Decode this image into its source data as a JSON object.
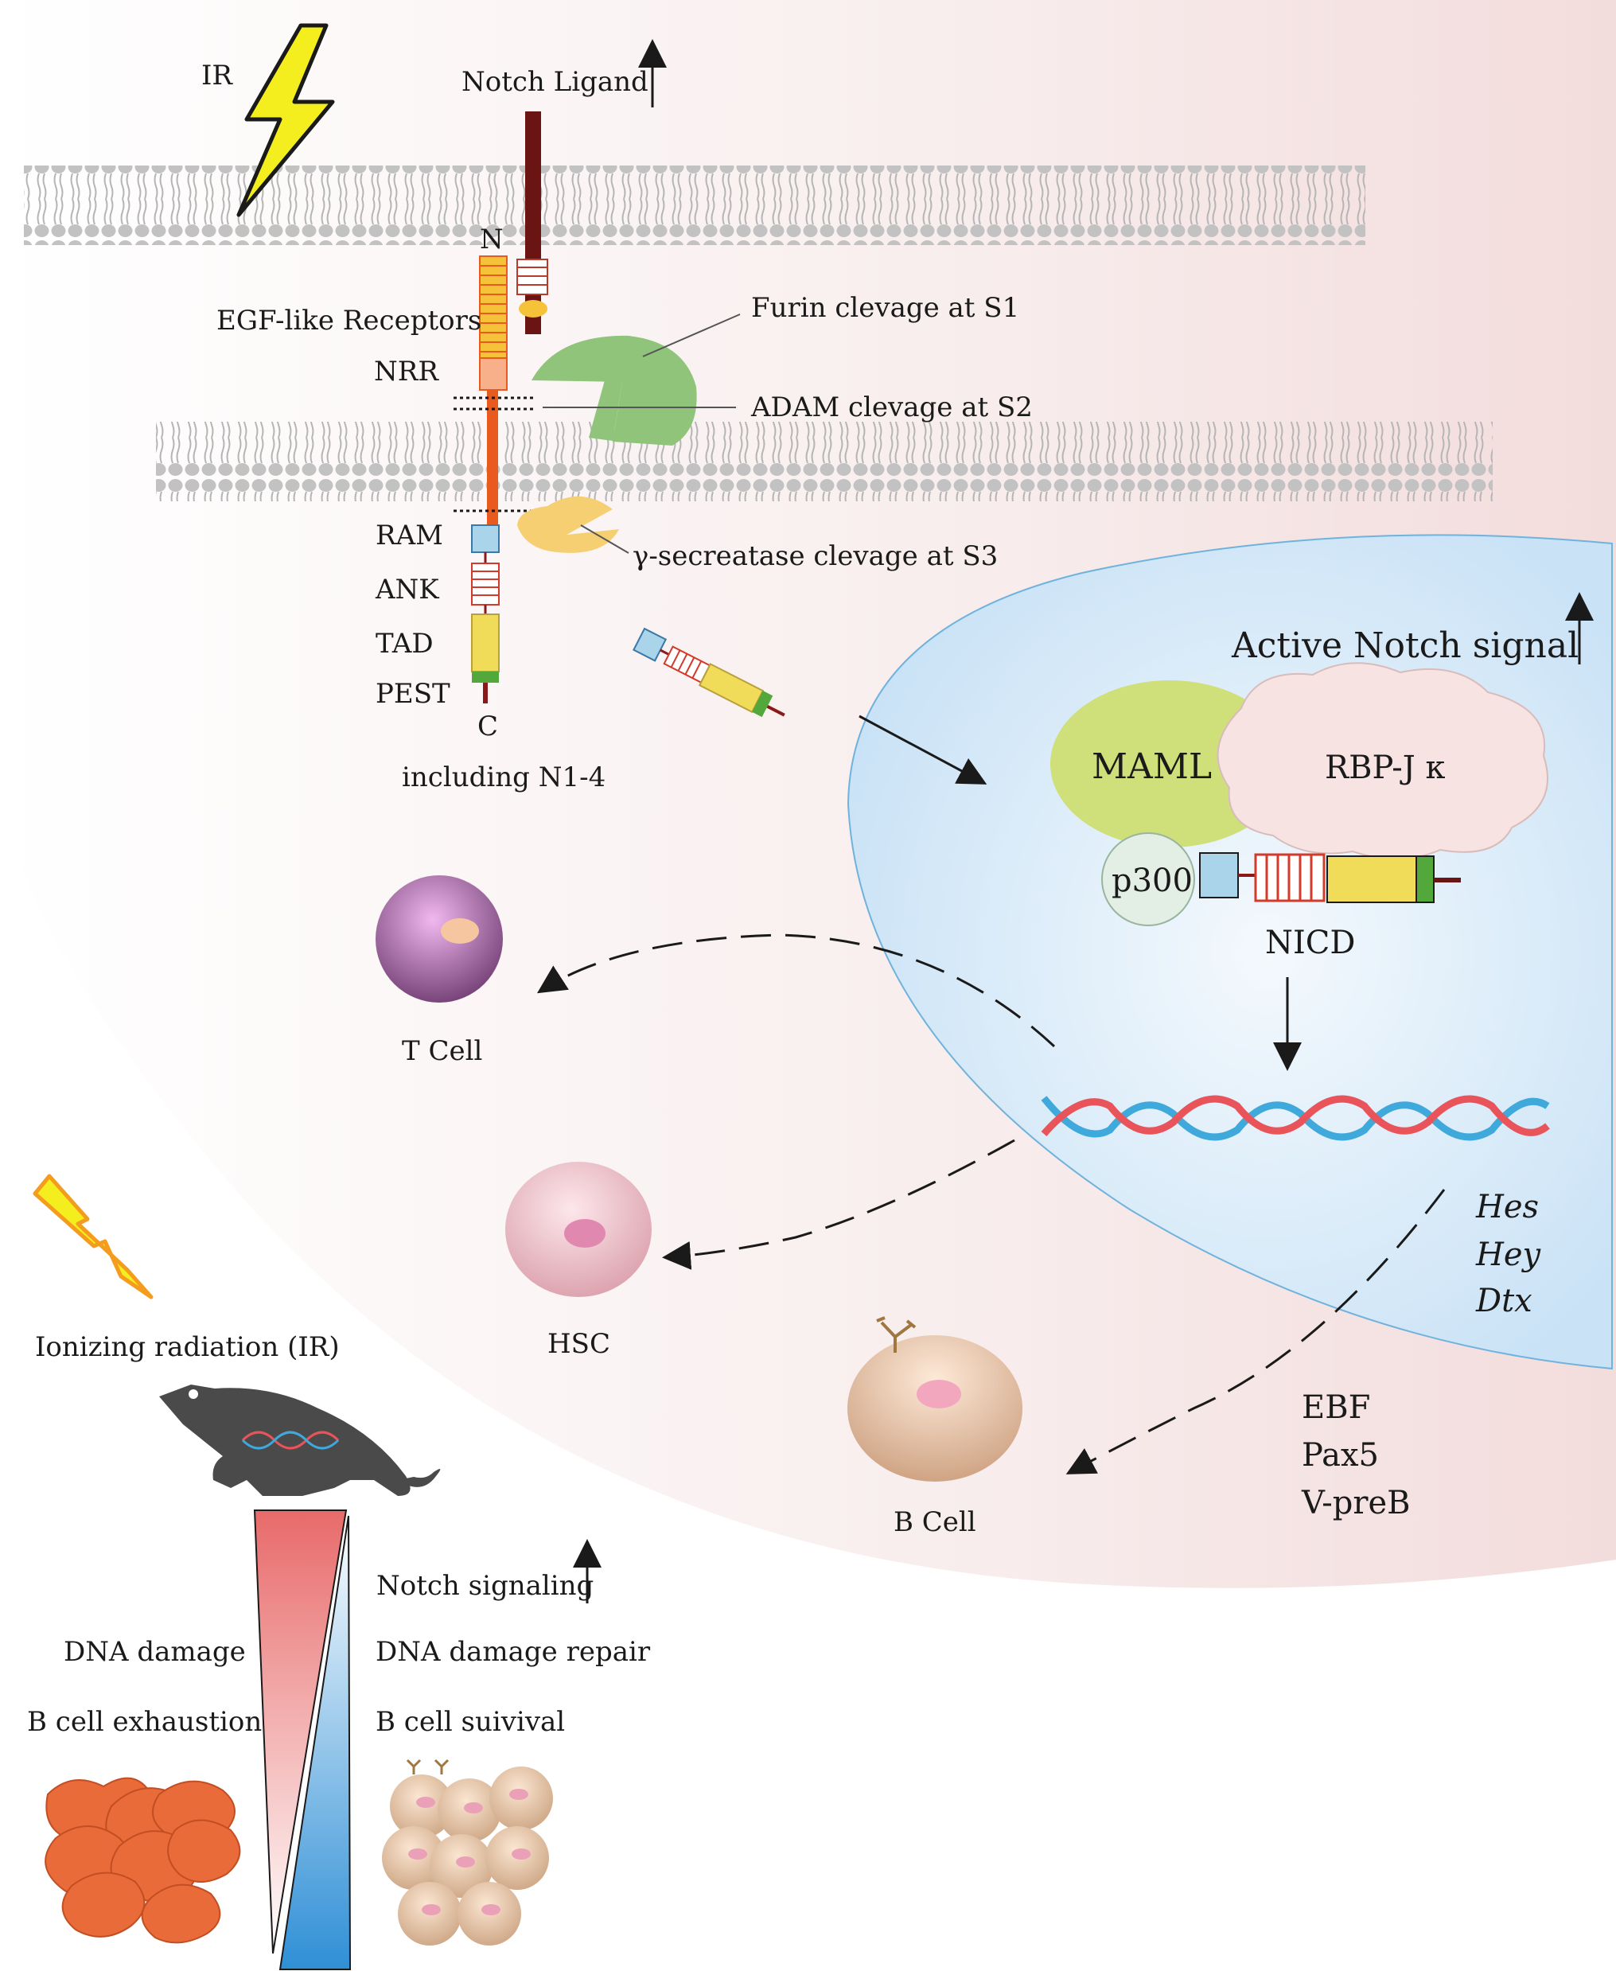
{
  "labels": {
    "ir_top": "IR",
    "notch_ligand": "Notch Ligand",
    "n_term": "N",
    "c_term": "C",
    "egf": "EGF-like Receptors",
    "nrr": "NRR",
    "ram": "RAM",
    "ank": "ANK",
    "tad": "TAD",
    "pest": "PEST",
    "including": "including N1-4",
    "furin": "Furin clevage at S1",
    "adam": "ADAM clevage at S2",
    "gamma": "γ-secreatase clevage at S3",
    "active_notch": "Active Notch signal",
    "maml": "MAML",
    "rbpj": "RBP-J κ",
    "p300": "p300",
    "nicd": "NICD",
    "hes": "Hes",
    "hey": "Hey",
    "dtx": "Dtx",
    "ebf": "EBF",
    "pax5": "Pax5",
    "vpreb": "V-preB",
    "t_cell": "T Cell",
    "hsc": "HSC",
    "b_cell": "B Cell",
    "ir_full": "Ionizing radiation (IR)",
    "notch_signaling": "Notch signaling",
    "dna_damage": "DNA damage",
    "dna_repair": "DNA damage repair",
    "b_exhaustion": "B cell exhaustion",
    "b_survival": "B cell suivival"
  },
  "colors": {
    "bolt": "#f5ee1e",
    "receptor": "#e85a1e",
    "egf_fill": "#f5c23a",
    "ligand": "#6b1414",
    "furin": "#8fc47a",
    "gamma": "#f6cf72",
    "ram": "#a9d4ea",
    "tad": "#f1dc5a",
    "pest": "#52a83a",
    "nucleus": "#d4e9f8",
    "maml": "#cfe07a",
    "rbpj": "#f8e3e3",
    "p300": "#e3efe5",
    "dna_red": "#e8545a",
    "dna_blue": "#3fa9db",
    "t_cell": "#c98ac8",
    "hsc": "#f3b9c4",
    "b_cell": "#f5cfae"
  }
}
